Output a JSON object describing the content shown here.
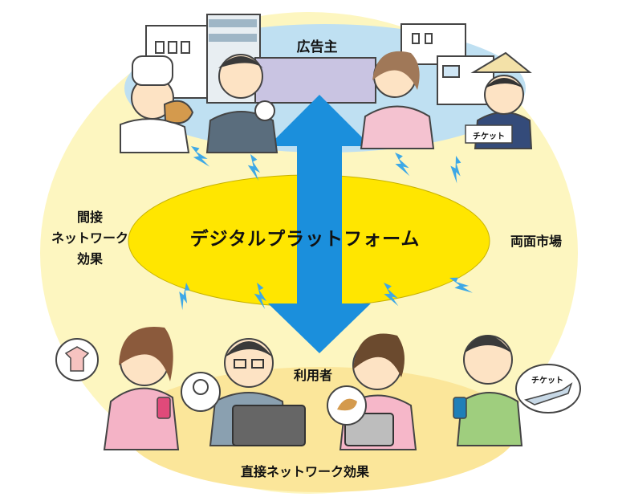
{
  "labels": {
    "advertisers": "広告主",
    "platform": "デジタルプラットフォーム",
    "indirect_effect": "間接\nネットワーク\n効果",
    "two_sided_market": "両面市場",
    "users": "利用者",
    "direct_effect": "直接ネットワーク効果"
  },
  "tags": {
    "ticket_advertiser": "チケット",
    "ticket_user": "チケット"
  },
  "colors": {
    "outer_circle": "#fdf6c0",
    "advertiser_ellipse": "#bfe0f2",
    "platform_ellipse": "#ffe600",
    "user_ellipse": "#fbe69a",
    "arrow": "#1b8fdc",
    "lightning": "#3ea8e6"
  }
}
